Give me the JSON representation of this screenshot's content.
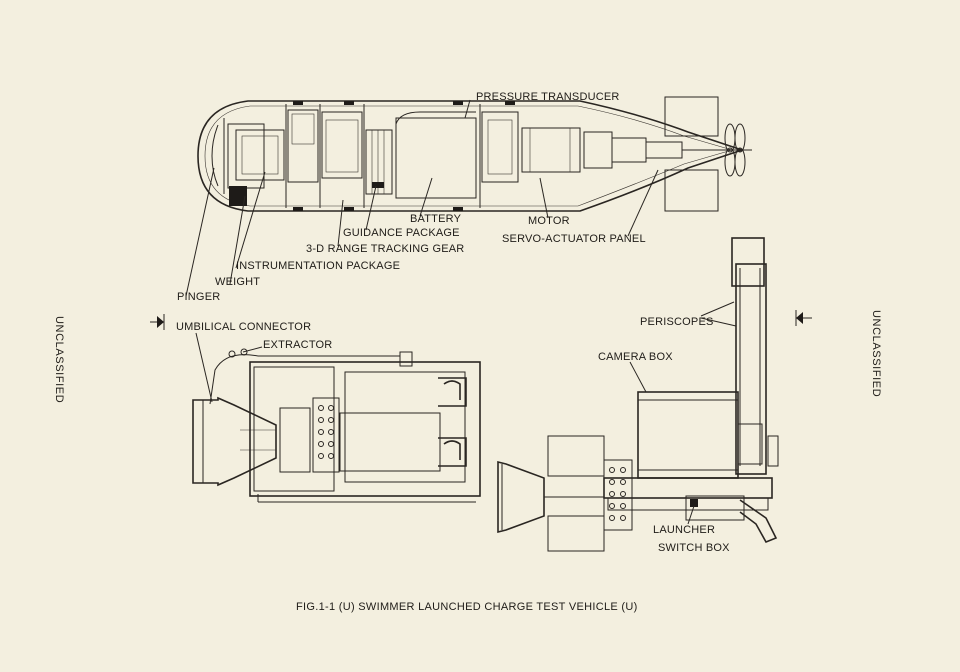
{
  "document": {
    "figure_caption": "FIG.1-1 (U)   SWIMMER LAUNCHED CHARGE TEST VEHICLE (U)",
    "classification_left": "UNCLASSIFIED",
    "classification_right": "UNCLASSIFIED"
  },
  "top_view": {
    "labels": {
      "pressure_transducer": "PRESSURE TRANSDUCER",
      "battery": "BATTERY",
      "guidance_package": "GUIDANCE PACKAGE",
      "range_tracking_gear": "3-D RANGE TRACKING GEAR",
      "instrumentation_package": "INSTRUMENTATION PACKAGE",
      "weight": "WEIGHT",
      "pinger": "PINGER",
      "motor": "MOTOR",
      "servo_actuator_panel": "SERVO-ACTUATOR PANEL"
    }
  },
  "left_view": {
    "labels": {
      "umbilical_connector": "UMBILICAL CONNECTOR",
      "extractor": "EXTRACTOR"
    }
  },
  "right_view": {
    "labels": {
      "periscopes": "PERISCOPES",
      "camera_box": "CAMERA BOX",
      "launcher": "LAUNCHER",
      "switch_box": "SWITCH BOX"
    }
  }
}
